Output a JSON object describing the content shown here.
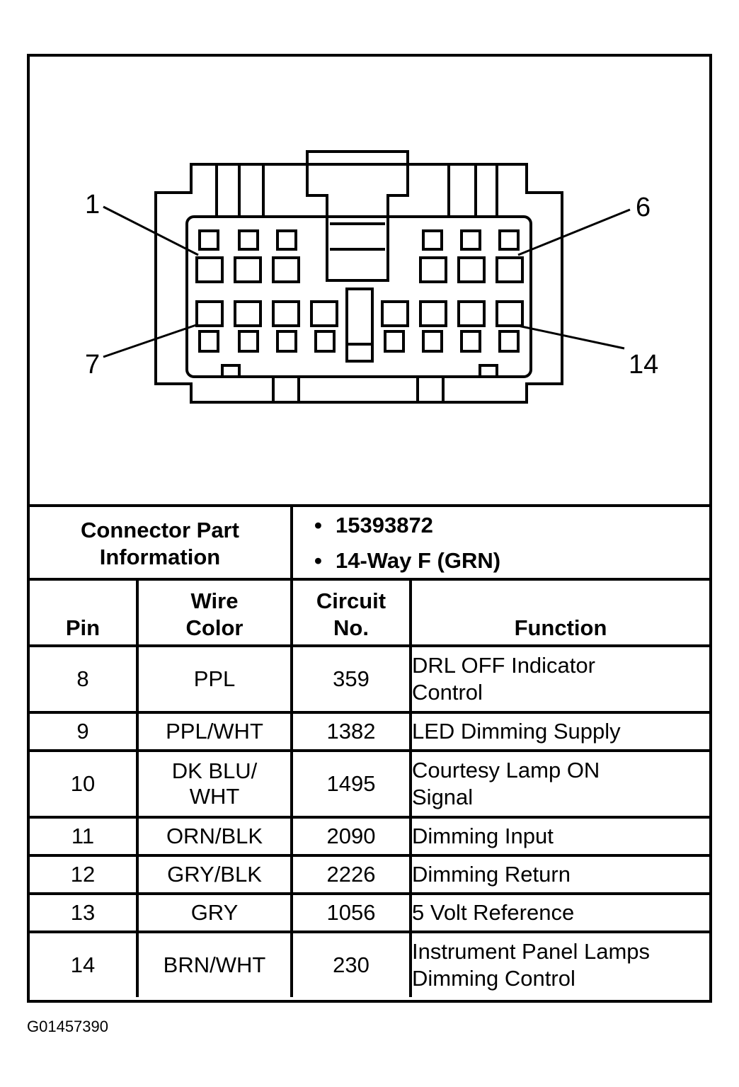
{
  "diagram": {
    "callouts": [
      "1",
      "6",
      "7",
      "14"
    ]
  },
  "connector_info": {
    "label_line1": "Connector Part",
    "label_line2": "Information",
    "values": [
      "15393872",
      "14-Way F (GRN)"
    ],
    "bullet": "•"
  },
  "table": {
    "headers": {
      "pin": "Pin",
      "wire_color_line1": "Wire",
      "wire_color_line2": "Color",
      "circuit_line1": "Circuit",
      "circuit_line2": "No.",
      "function": "Function"
    },
    "rows": [
      {
        "pin": "8",
        "wire": [
          "PPL"
        ],
        "circuit": "359",
        "function": [
          "DRL OFF Indicator",
          "Control"
        ]
      },
      {
        "pin": "9",
        "wire": [
          "PPL/WHT"
        ],
        "circuit": "1382",
        "function": [
          "LED Dimming Supply"
        ]
      },
      {
        "pin": "10",
        "wire": [
          "DK BLU/",
          "WHT"
        ],
        "circuit": "1495",
        "function": [
          "Courtesy Lamp ON",
          "Signal"
        ]
      },
      {
        "pin": "11",
        "wire": [
          "ORN/BLK"
        ],
        "circuit": "2090",
        "function": [
          "Dimming Input"
        ]
      },
      {
        "pin": "12",
        "wire": [
          "GRY/BLK"
        ],
        "circuit": "2226",
        "function": [
          "Dimming Return"
        ]
      },
      {
        "pin": "13",
        "wire": [
          "GRY"
        ],
        "circuit": "1056",
        "function": [
          "5 Volt Reference"
        ]
      },
      {
        "pin": "14",
        "wire": [
          "BRN/WHT"
        ],
        "circuit": "230",
        "function": [
          "Instrument Panel Lamps",
          "Dimming Control"
        ]
      }
    ]
  },
  "figure_id": "G01457390"
}
